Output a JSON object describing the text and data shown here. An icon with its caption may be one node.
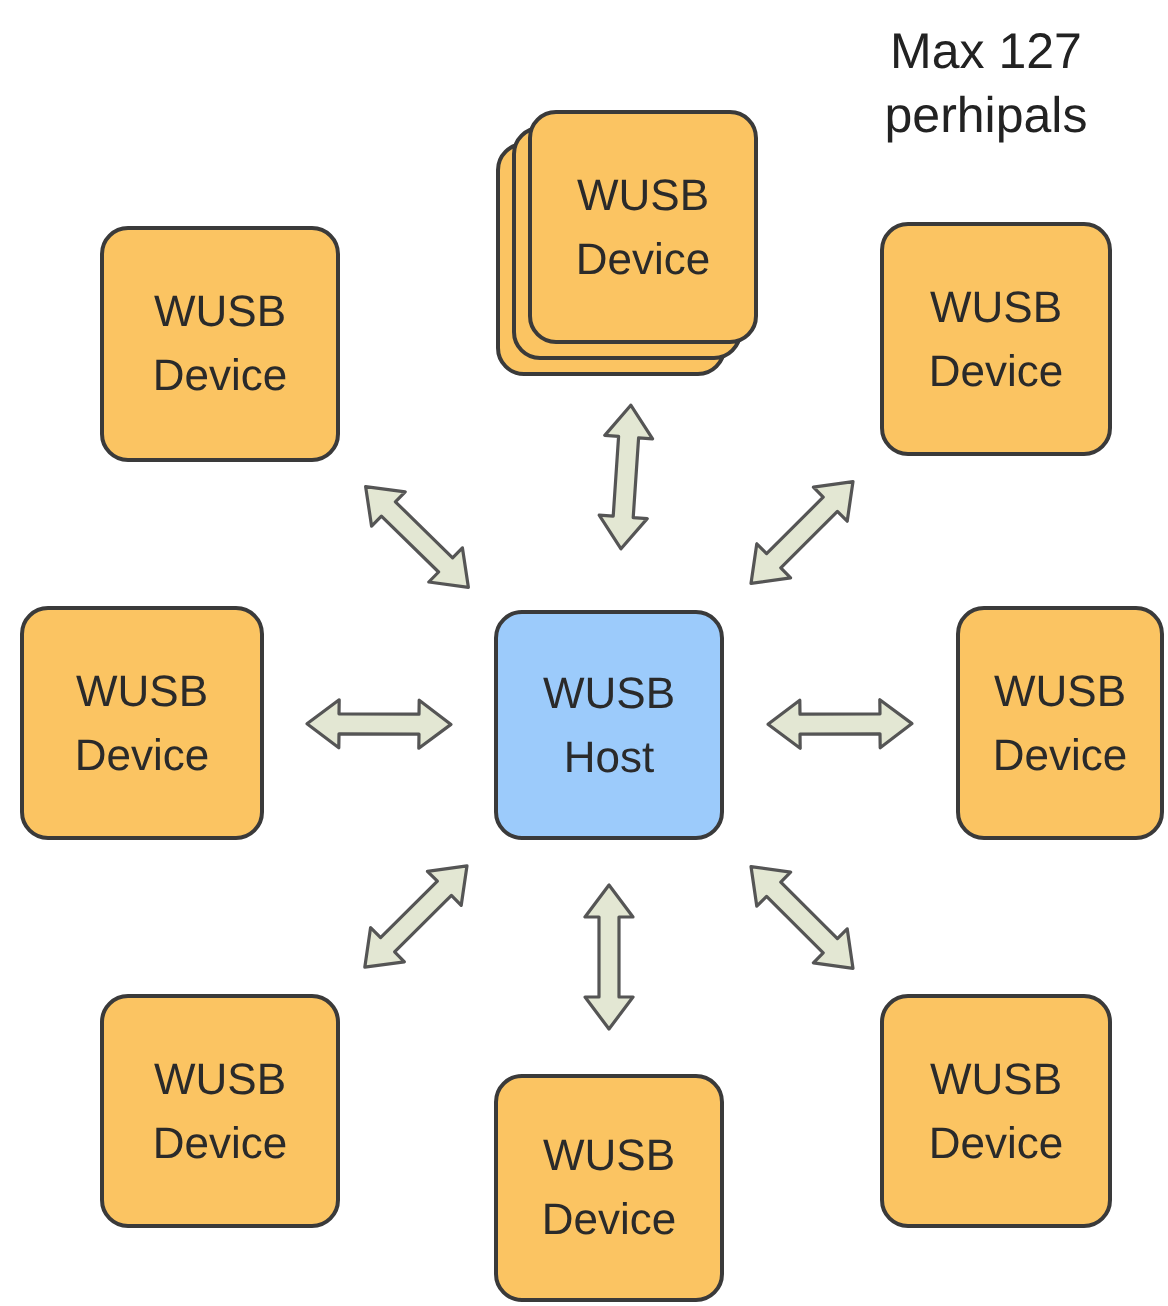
{
  "diagram": {
    "nodes": [
      {
        "text": [
          "WUSB Device"
        ]
      },
      {
        "text": [
          "WUSB Device"
        ]
      },
      {
        "text": [
          "WUSB Device"
        ]
      },
      {
        "text": [
          "WUSB Device"
        ]
      },
      {
        "text": [
          "WUSB Host"
        ]
      },
      {
        "text": [
          "WUSB Device"
        ]
      },
      {
        "text": [
          "WUSB Device"
        ]
      },
      {
        "text": [
          "WUSB Device"
        ]
      },
      {
        "text": [
          "WUSB Device"
        ]
      }
    ],
    "edges": [
      {
        "from": 4,
        "to": 0,
        "arrow": "both"
      },
      {
        "from": 4,
        "to": 1,
        "arrow": "both"
      },
      {
        "from": 4,
        "to": 2,
        "arrow": "both"
      },
      {
        "from": 4,
        "to": 3,
        "arrow": "both"
      },
      {
        "from": 4,
        "to": 5,
        "arrow": "both"
      },
      {
        "from": 4,
        "to": 6,
        "arrow": "both"
      },
      {
        "from": 4,
        "to": 7,
        "arrow": "both"
      },
      {
        "from": 4,
        "to": 8,
        "arrow": "both"
      }
    ],
    "labels": [
      "Max 127 perhipals"
    ]
  }
}
